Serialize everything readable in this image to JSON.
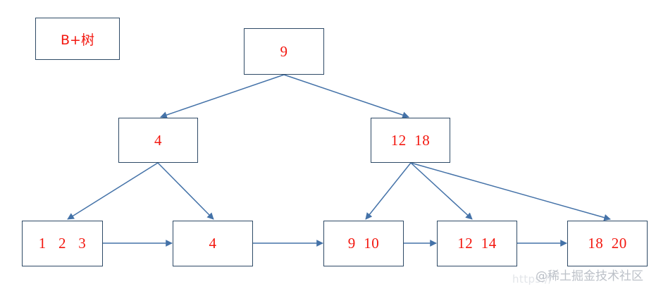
{
  "diagram": {
    "type": "b-plus-tree",
    "title_box": {
      "label": "B+树"
    },
    "colors": {
      "box_border": "#2e4a66",
      "key_text": "#f3170f",
      "edge": "#4472a8",
      "background": "#ffffff",
      "watermark": "#b9bec6"
    },
    "levels": [
      {
        "level": 0,
        "name": "root",
        "nodes": [
          {
            "id": "root",
            "keys": [
              "9"
            ],
            "label": "9"
          }
        ]
      },
      {
        "level": 1,
        "name": "internal",
        "nodes": [
          {
            "id": "internal-left",
            "keys": [
              "4"
            ],
            "label": "4"
          },
          {
            "id": "internal-right",
            "keys": [
              "12",
              "18"
            ],
            "label": "12  18"
          }
        ]
      },
      {
        "level": 2,
        "name": "leaves",
        "nodes": [
          {
            "id": "leaf-1",
            "keys": [
              "1",
              "2",
              "3"
            ],
            "label": "1   2   3"
          },
          {
            "id": "leaf-2",
            "keys": [
              "4"
            ],
            "label": "4"
          },
          {
            "id": "leaf-3",
            "keys": [
              "9",
              "10"
            ],
            "label": "9  10"
          },
          {
            "id": "leaf-4",
            "keys": [
              "12",
              "14"
            ],
            "label": "12  14"
          },
          {
            "id": "leaf-5",
            "keys": [
              "18",
              "20"
            ],
            "label": "18  20"
          }
        ]
      }
    ],
    "edges": [
      {
        "from": "root",
        "to": "internal-left"
      },
      {
        "from": "root",
        "to": "internal-right"
      },
      {
        "from": "internal-left",
        "to": "leaf-1"
      },
      {
        "from": "internal-left",
        "to": "leaf-2"
      },
      {
        "from": "internal-right",
        "to": "leaf-3"
      },
      {
        "from": "internal-right",
        "to": "leaf-4"
      },
      {
        "from": "internal-right",
        "to": "leaf-5"
      },
      {
        "from": "leaf-1",
        "to": "leaf-2",
        "kind": "sibling-link"
      },
      {
        "from": "leaf-2",
        "to": "leaf-3",
        "kind": "sibling-link"
      },
      {
        "from": "leaf-3",
        "to": "leaf-4",
        "kind": "sibling-link"
      },
      {
        "from": "leaf-4",
        "to": "leaf-5",
        "kind": "sibling-link"
      }
    ]
  },
  "watermark": {
    "brand": "@稀土掘金技术社区",
    "url": "https://"
  }
}
